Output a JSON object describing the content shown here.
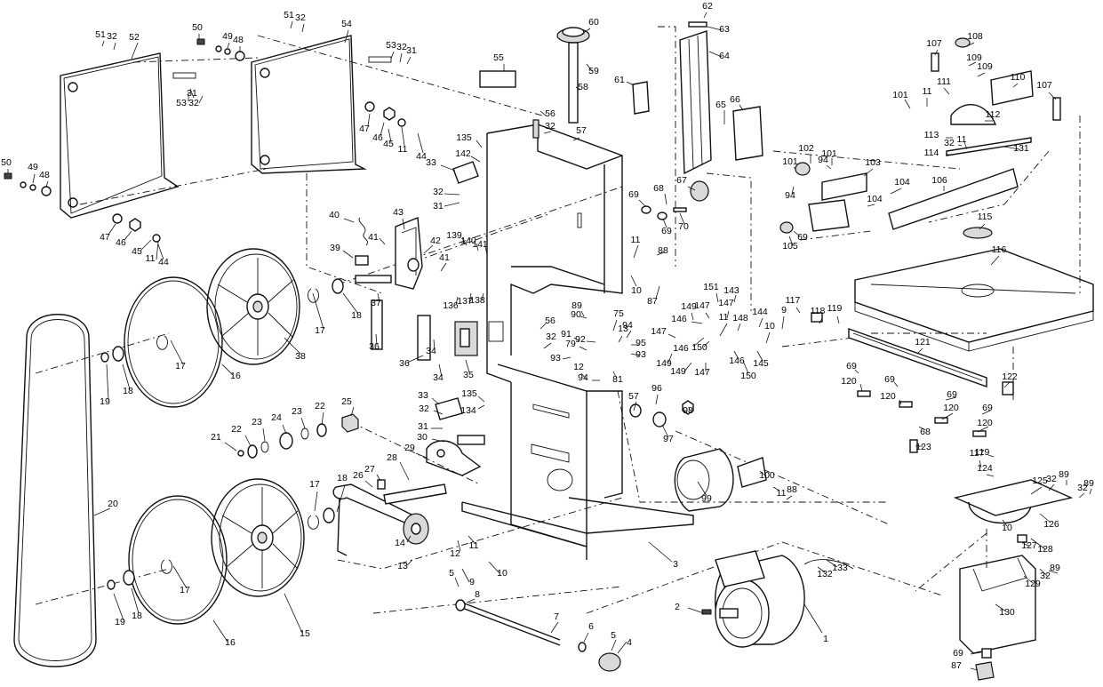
{
  "diagram": {
    "type": "exploded parts diagram",
    "callouts": [
      {
        "id": "c1",
        "text": "1"
      },
      {
        "id": "c2",
        "text": "2"
      },
      {
        "id": "c3",
        "text": "3"
      },
      {
        "id": "c4",
        "text": "4"
      },
      {
        "id": "c5a",
        "text": "5"
      },
      {
        "id": "c5b",
        "text": "5"
      },
      {
        "id": "c6",
        "text": "6"
      },
      {
        "id": "c7",
        "text": "7"
      },
      {
        "id": "c8",
        "text": "8"
      },
      {
        "id": "c9a",
        "text": "9"
      },
      {
        "id": "c9b",
        "text": "9"
      },
      {
        "id": "c10a",
        "text": "10"
      },
      {
        "id": "c10b",
        "text": "10"
      },
      {
        "id": "c10c",
        "text": "10"
      },
      {
        "id": "c10d",
        "text": "10"
      },
      {
        "id": "c11a",
        "text": "11"
      },
      {
        "id": "c11b",
        "text": "11"
      },
      {
        "id": "c11c",
        "text": "11"
      },
      {
        "id": "c11d",
        "text": "11"
      },
      {
        "id": "c11e",
        "text": "11"
      },
      {
        "id": "c11f",
        "text": "11"
      },
      {
        "id": "c11g",
        "text": "11"
      },
      {
        "id": "c11h",
        "text": "11"
      },
      {
        "id": "c12a",
        "text": "12"
      },
      {
        "id": "c12b",
        "text": "12"
      },
      {
        "id": "c13a",
        "text": "13"
      },
      {
        "id": "c13b",
        "text": "13"
      },
      {
        "id": "c14",
        "text": "14"
      },
      {
        "id": "c15",
        "text": "15"
      },
      {
        "id": "c16a",
        "text": "16"
      },
      {
        "id": "c16b",
        "text": "16"
      },
      {
        "id": "c17a",
        "text": "17"
      },
      {
        "id": "c17b",
        "text": "17"
      },
      {
        "id": "c17c",
        "text": "17"
      },
      {
        "id": "c17d",
        "text": "17"
      },
      {
        "id": "c18a",
        "text": "18"
      },
      {
        "id": "c18b",
        "text": "18"
      },
      {
        "id": "c18c",
        "text": "18"
      },
      {
        "id": "c18d",
        "text": "18"
      },
      {
        "id": "c19a",
        "text": "19"
      },
      {
        "id": "c19b",
        "text": "19"
      },
      {
        "id": "c20",
        "text": "20"
      },
      {
        "id": "c21",
        "text": "21"
      },
      {
        "id": "c22a",
        "text": "22"
      },
      {
        "id": "c22b",
        "text": "22"
      },
      {
        "id": "c23a",
        "text": "23"
      },
      {
        "id": "c23b",
        "text": "23"
      },
      {
        "id": "c24",
        "text": "24"
      },
      {
        "id": "c25",
        "text": "25"
      },
      {
        "id": "c26",
        "text": "26"
      },
      {
        "id": "c27",
        "text": "27"
      },
      {
        "id": "c28",
        "text": "28"
      },
      {
        "id": "c29",
        "text": "29"
      },
      {
        "id": "c30",
        "text": "30"
      },
      {
        "id": "c31a",
        "text": "31"
      },
      {
        "id": "c31b",
        "text": "31"
      },
      {
        "id": "c31c",
        "text": "31"
      },
      {
        "id": "c31d",
        "text": "31"
      },
      {
        "id": "c32a",
        "text": "32"
      },
      {
        "id": "c32b",
        "text": "32"
      },
      {
        "id": "c32c",
        "text": "32"
      },
      {
        "id": "c32d",
        "text": "32"
      },
      {
        "id": "c32e",
        "text": "32"
      },
      {
        "id": "c32f",
        "text": "32"
      },
      {
        "id": "c32g",
        "text": "32"
      },
      {
        "id": "c32h",
        "text": "32"
      },
      {
        "id": "c32i",
        "text": "32"
      },
      {
        "id": "c32j",
        "text": "32"
      },
      {
        "id": "c32k",
        "text": "32"
      },
      {
        "id": "c32l",
        "text": "32"
      },
      {
        "id": "c33a",
        "text": "33"
      },
      {
        "id": "c33b",
        "text": "33"
      },
      {
        "id": "c34a",
        "text": "34"
      },
      {
        "id": "c34b",
        "text": "34"
      },
      {
        "id": "c35",
        "text": "35"
      },
      {
        "id": "c36a",
        "text": "36"
      },
      {
        "id": "c36b",
        "text": "36"
      },
      {
        "id": "c37",
        "text": "37"
      },
      {
        "id": "c38",
        "text": "38"
      },
      {
        "id": "c39",
        "text": "39"
      },
      {
        "id": "c40",
        "text": "40"
      },
      {
        "id": "c41a",
        "text": "41"
      },
      {
        "id": "c41b",
        "text": "41"
      },
      {
        "id": "c42",
        "text": "42"
      },
      {
        "id": "c43",
        "text": "43"
      },
      {
        "id": "c44a",
        "text": "44"
      },
      {
        "id": "c44b",
        "text": "44"
      },
      {
        "id": "c45a",
        "text": "45"
      },
      {
        "id": "c45b",
        "text": "45"
      },
      {
        "id": "c46a",
        "text": "46"
      },
      {
        "id": "c46b",
        "text": "46"
      },
      {
        "id": "c47a",
        "text": "47"
      },
      {
        "id": "c47b",
        "text": "47"
      },
      {
        "id": "c48a",
        "text": "48"
      },
      {
        "id": "c48b",
        "text": "48"
      },
      {
        "id": "c49a",
        "text": "49"
      },
      {
        "id": "c49b",
        "text": "49"
      },
      {
        "id": "c50a",
        "text": "50"
      },
      {
        "id": "c50b",
        "text": "50"
      },
      {
        "id": "c51a",
        "text": "51"
      },
      {
        "id": "c51b",
        "text": "51"
      },
      {
        "id": "c52",
        "text": "52"
      },
      {
        "id": "c53a",
        "text": "53"
      },
      {
        "id": "c53b",
        "text": "53"
      },
      {
        "id": "c54",
        "text": "54"
      },
      {
        "id": "c55",
        "text": "55"
      },
      {
        "id": "c56a",
        "text": "56"
      },
      {
        "id": "c56b",
        "text": "56"
      },
      {
        "id": "c57a",
        "text": "57"
      },
      {
        "id": "c57b",
        "text": "57"
      },
      {
        "id": "c58",
        "text": "58"
      },
      {
        "id": "c59",
        "text": "59"
      },
      {
        "id": "c60",
        "text": "60"
      },
      {
        "id": "c61",
        "text": "61"
      },
      {
        "id": "c62",
        "text": "62"
      },
      {
        "id": "c63",
        "text": "63"
      },
      {
        "id": "c64",
        "text": "64"
      },
      {
        "id": "c65",
        "text": "65"
      },
      {
        "id": "c66",
        "text": "66"
      },
      {
        "id": "c67",
        "text": "67"
      },
      {
        "id": "c68a",
        "text": "68"
      },
      {
        "id": "c68b",
        "text": "68"
      },
      {
        "id": "c69a",
        "text": "69"
      },
      {
        "id": "c69b",
        "text": "69"
      },
      {
        "id": "c69c",
        "text": "69"
      },
      {
        "id": "c69d",
        "text": "69"
      },
      {
        "id": "c69e",
        "text": "69"
      },
      {
        "id": "c69f",
        "text": "69"
      },
      {
        "id": "c69g",
        "text": "69"
      },
      {
        "id": "c69h",
        "text": "69"
      },
      {
        "id": "c70",
        "text": "70"
      },
      {
        "id": "c75",
        "text": "75"
      },
      {
        "id": "c79",
        "text": "79"
      },
      {
        "id": "c81",
        "text": "81"
      },
      {
        "id": "c87a",
        "text": "87"
      },
      {
        "id": "c87b",
        "text": "87"
      },
      {
        "id": "c88a",
        "text": "88"
      },
      {
        "id": "c88b",
        "text": "88"
      },
      {
        "id": "c89a",
        "text": "89"
      },
      {
        "id": "c89b",
        "text": "89"
      },
      {
        "id": "c89c",
        "text": "89"
      },
      {
        "id": "c89d",
        "text": "89"
      },
      {
        "id": "c90",
        "text": "90"
      },
      {
        "id": "c91",
        "text": "91"
      },
      {
        "id": "c92",
        "text": "92"
      },
      {
        "id": "c93a",
        "text": "93"
      },
      {
        "id": "c93b",
        "text": "93"
      },
      {
        "id": "c94a",
        "text": "94"
      },
      {
        "id": "c94b",
        "text": "94"
      },
      {
        "id": "c94c",
        "text": "94"
      },
      {
        "id": "c94d",
        "text": "94"
      },
      {
        "id": "c95",
        "text": "95"
      },
      {
        "id": "c96",
        "text": "96"
      },
      {
        "id": "c97",
        "text": "97"
      },
      {
        "id": "c98",
        "text": "98"
      },
      {
        "id": "c99",
        "text": "99"
      },
      {
        "id": "c100",
        "text": "100"
      },
      {
        "id": "c101a",
        "text": "101"
      },
      {
        "id": "c101b",
        "text": "101"
      },
      {
        "id": "c101c",
        "text": "101"
      },
      {
        "id": "c102",
        "text": "102"
      },
      {
        "id": "c103",
        "text": "103"
      },
      {
        "id": "c104a",
        "text": "104"
      },
      {
        "id": "c104b",
        "text": "104"
      },
      {
        "id": "c105",
        "text": "105"
      },
      {
        "id": "c106",
        "text": "106"
      },
      {
        "id": "c107a",
        "text": "107"
      },
      {
        "id": "c107b",
        "text": "107"
      },
      {
        "id": "c108",
        "text": "108"
      },
      {
        "id": "c109a",
        "text": "109"
      },
      {
        "id": "c109b",
        "text": "109"
      },
      {
        "id": "c110",
        "text": "110"
      },
      {
        "id": "c111",
        "text": "111"
      },
      {
        "id": "c112",
        "text": "112"
      },
      {
        "id": "c113",
        "text": "113"
      },
      {
        "id": "c114",
        "text": "114"
      },
      {
        "id": "c115",
        "text": "115"
      },
      {
        "id": "c116",
        "text": "116"
      },
      {
        "id": "c117a",
        "text": "117"
      },
      {
        "id": "c117b",
        "text": "117"
      },
      {
        "id": "c118",
        "text": "118"
      },
      {
        "id": "c119a",
        "text": "119"
      },
      {
        "id": "c119b",
        "text": "119"
      },
      {
        "id": "c120a",
        "text": "120"
      },
      {
        "id": "c120b",
        "text": "120"
      },
      {
        "id": "c120c",
        "text": "120"
      },
      {
        "id": "c120d",
        "text": "120"
      },
      {
        "id": "c121",
        "text": "121"
      },
      {
        "id": "c122",
        "text": "122"
      },
      {
        "id": "c123",
        "text": "123"
      },
      {
        "id": "c124",
        "text": "124"
      },
      {
        "id": "c125",
        "text": "125"
      },
      {
        "id": "c126",
        "text": "126"
      },
      {
        "id": "c127",
        "text": "127"
      },
      {
        "id": "c128",
        "text": "128"
      },
      {
        "id": "c129",
        "text": "129"
      },
      {
        "id": "c130",
        "text": "130"
      },
      {
        "id": "c131",
        "text": "131"
      },
      {
        "id": "c132",
        "text": "132"
      },
      {
        "id": "c133",
        "text": "133"
      },
      {
        "id": "c134",
        "text": "134"
      },
      {
        "id": "c135a",
        "text": "135"
      },
      {
        "id": "c135b",
        "text": "135"
      },
      {
        "id": "c136",
        "text": "136"
      },
      {
        "id": "c137",
        "text": "137"
      },
      {
        "id": "c138",
        "text": "138"
      },
      {
        "id": "c139",
        "text": "139"
      },
      {
        "id": "c140",
        "text": "140"
      },
      {
        "id": "c141",
        "text": "141"
      },
      {
        "id": "c142",
        "text": "142"
      },
      {
        "id": "c143",
        "text": "143"
      },
      {
        "id": "c144",
        "text": "144"
      },
      {
        "id": "c145",
        "text": "145"
      },
      {
        "id": "c146a",
        "text": "146"
      },
      {
        "id": "c146b",
        "text": "146"
      },
      {
        "id": "c146c",
        "text": "146"
      },
      {
        "id": "c147a",
        "text": "147"
      },
      {
        "id": "c147b",
        "text": "147"
      },
      {
        "id": "c147c",
        "text": "147"
      },
      {
        "id": "c147d",
        "text": "147"
      },
      {
        "id": "c148",
        "text": "148"
      },
      {
        "id": "c149a",
        "text": "149"
      },
      {
        "id": "c149b",
        "text": "149"
      },
      {
        "id": "c149c",
        "text": "149"
      },
      {
        "id": "c150a",
        "text": "150"
      },
      {
        "id": "c150b",
        "text": "150"
      },
      {
        "id": "c151",
        "text": "151"
      }
    ]
  }
}
